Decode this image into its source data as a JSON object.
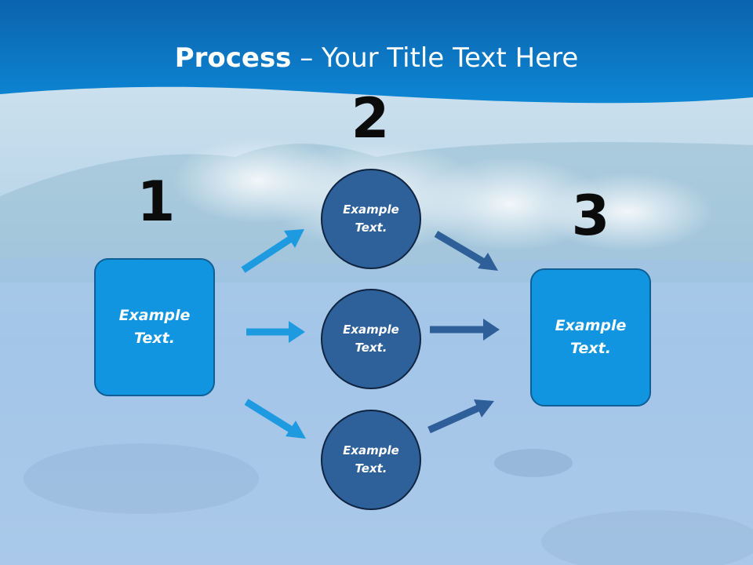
{
  "slide": {
    "title_bold": "Process",
    "title_rest": " – Your Title Text Here"
  },
  "steps": {
    "step1": {
      "number": "1",
      "label": "Example\nText."
    },
    "step2": {
      "number": "2",
      "items": [
        {
          "label": "Example\nText."
        },
        {
          "label": "Example\nText."
        },
        {
          "label": "Example\nText."
        }
      ]
    },
    "step3": {
      "number": "3",
      "label": "Example\nText."
    }
  },
  "colors": {
    "header_blue": "#0a6fbd",
    "box_fill": "#1295e0",
    "circle_fill": "#2e6099",
    "arrow_light": "#1e9ae0",
    "arrow_dark": "#2f5f98"
  }
}
